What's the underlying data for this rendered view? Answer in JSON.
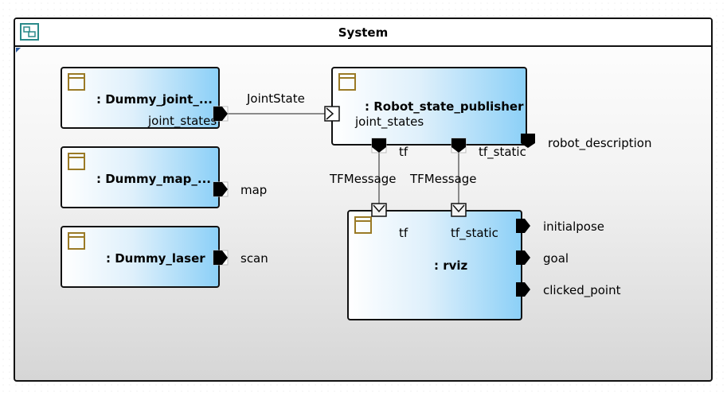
{
  "system": {
    "title": "System"
  },
  "blocks": {
    "dummy_joint": {
      "name": ": Dummy_joint_...",
      "port_label": "joint_states"
    },
    "dummy_map": {
      "name": ": Dummy_map_...",
      "port_label": "map"
    },
    "dummy_laser": {
      "name": ": Dummy_laser",
      "port_label": "scan"
    },
    "robot_state_publisher": {
      "name": ": Robot_state_publisher",
      "in_port_label": "joint_states",
      "tf_label": "tf",
      "tf_static_label": "tf_static",
      "robot_description_label": "robot_description"
    },
    "rviz": {
      "name": ": rviz",
      "tf_label": "tf",
      "tf_static_label": "tf_static",
      "initialpose_label": "initialpose",
      "goal_label": "goal",
      "clicked_point_label": "clicked_point"
    }
  },
  "connectors": {
    "joint_state": "JointState",
    "tf_message_1": "TFMessage",
    "tf_message_2": "TFMessage"
  },
  "colors": {
    "block_gradient_end": "#8cd0f7",
    "icon_color": "#9a7a26",
    "border": "#111111"
  }
}
